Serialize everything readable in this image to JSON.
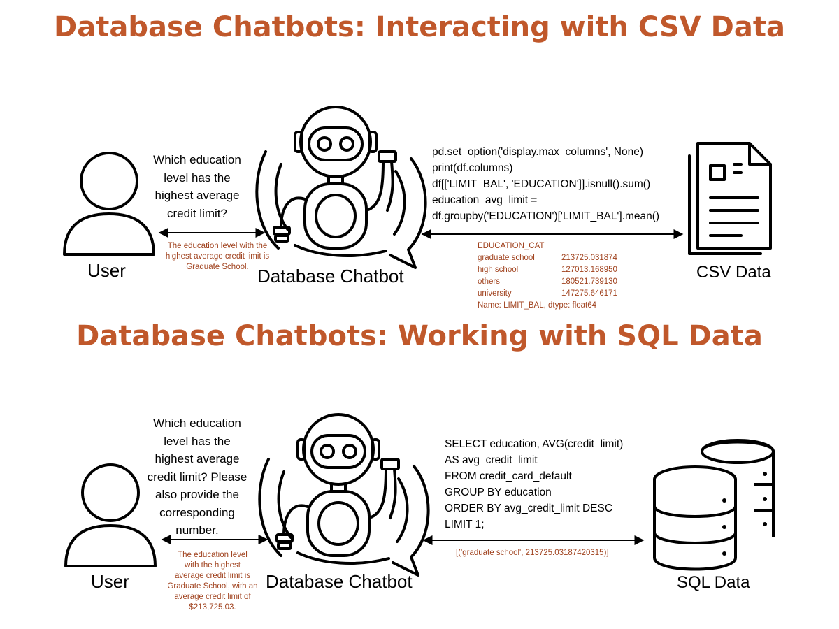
{
  "colors": {
    "title": "#c0582b",
    "answer": "#a0421e",
    "line": "#000000"
  },
  "icons": {
    "user": "user-icon",
    "robot": "robot-icon",
    "csv": "document-icon",
    "sql": "database-icon"
  },
  "csv_section": {
    "title": "Database Chatbots: Interacting with CSV Data",
    "user_label": "User",
    "chatbot_label": "Database Chatbot",
    "data_label": "CSV Data",
    "question": "Which education\nlevel has the\nhighest average\ncredit limit?",
    "answer": "The education level with the\nhighest average credit limit is\nGraduate School.",
    "code": "pd.set_option('display.max_columns', None)\nprint(df.columns)\ndf[['LIMIT_BAL', 'EDUCATION']].isnull().sum()\neducation_avg_limit =\ndf.groupby('EDUCATION')['LIMIT_BAL'].mean()",
    "result": {
      "header": "EDUCATION_CAT",
      "rows": [
        {
          "category": "graduate school",
          "value": "213725.031874"
        },
        {
          "category": "high school",
          "value": "127013.168950"
        },
        {
          "category": "others",
          "value": "180521.739130"
        },
        {
          "category": "university",
          "value": "147275.646171"
        }
      ],
      "footer": "Name: LIMIT_BAL, dtype: float64"
    }
  },
  "sql_section": {
    "title": "Database Chatbots: Working with SQL Data",
    "user_label": "User",
    "chatbot_label": "Database Chatbot",
    "data_label": "SQL Data",
    "question": "Which education\nlevel has the\nhighest average\ncredit limit? Please\nalso provide the\ncorresponding\nnumber.",
    "answer": "The education level\nwith the highest\naverage credit limit is\nGraduate School, with an\naverage credit limit of\n$213,725.03.",
    "code": "SELECT education, AVG(credit_limit)\nAS avg_credit_limit\nFROM credit_card_default\nGROUP BY education\nORDER BY avg_credit_limit DESC\nLIMIT 1;",
    "result": "[('graduate school', 213725.03187420315)]"
  }
}
